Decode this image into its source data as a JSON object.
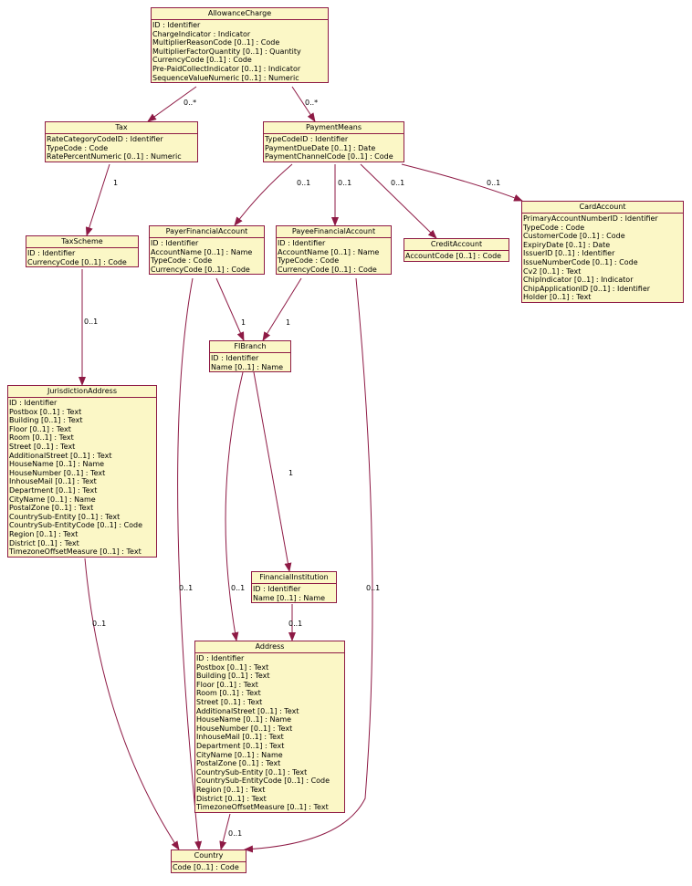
{
  "diagram": {
    "classes": {
      "allowance_charge": {
        "name": "AllowanceCharge",
        "attributes": [
          "ID : Identifier",
          "ChargeIndicator : Indicator",
          "MultiplierReasonCode [0..1] : Code",
          "MultiplierFactorQuantity [0..1] : Quantity",
          "CurrencyCode [0..1] : Code",
          "Pre-PaidCollectIndicator [0..1] : Indicator",
          "SequenceValueNumeric [0..1] : Numeric"
        ]
      },
      "tax": {
        "name": "Tax",
        "attributes": [
          "RateCategoryCodeID : Identifier",
          "TypeCode : Code",
          "RatePercentNumeric [0..1] : Numeric"
        ]
      },
      "payment_means": {
        "name": "PaymentMeans",
        "attributes": [
          "TypeCodeID : Identifier",
          "PaymentDueDate [0..1] : Date",
          "PaymentChannelCode [0..1] : Code"
        ]
      },
      "tax_scheme": {
        "name": "TaxScheme",
        "attributes": [
          "ID : Identifier",
          "CurrencyCode [0..1] : Code"
        ]
      },
      "payer_financial_account": {
        "name": "PayerFinancialAccount",
        "attributes": [
          "ID : Identifier",
          "AccountName [0..1] : Name",
          "TypeCode : Code",
          "CurrencyCode [0..1] : Code"
        ]
      },
      "payee_financial_account": {
        "name": "PayeeFinancialAccount",
        "attributes": [
          "ID : Identifier",
          "AccountName [0..1] : Name",
          "TypeCode : Code",
          "CurrencyCode [0..1] : Code"
        ]
      },
      "credit_account": {
        "name": "CreditAccount",
        "attributes": [
          "AccountCode [0..1] : Code"
        ]
      },
      "card_account": {
        "name": "CardAccount",
        "attributes": [
          "PrimaryAccountNumberID : Identifier",
          "TypeCode : Code",
          "CustomerCode [0..1] : Code",
          "ExpiryDate [0..1] : Date",
          "IssuerID [0..1] : Identifier",
          "IssueNumberCode [0..1] : Code",
          "Cv2 [0..1] : Text",
          "ChipIndicator [0..1] : Indicator",
          "ChipApplicationID [0..1] : Identifier",
          "Holder [0..1] : Text"
        ]
      },
      "fi_branch": {
        "name": "FIBranch",
        "attributes": [
          "ID : Identifier",
          "Name [0..1] : Name"
        ]
      },
      "jurisdiction_address": {
        "name": "JurisdictionAddress",
        "attributes": [
          "ID : Identifier",
          "Postbox [0..1] : Text",
          "Building [0..1] : Text",
          "Floor [0..1] : Text",
          "Room [0..1] : Text",
          "Street [0..1] : Text",
          "AdditionalStreet [0..1] : Text",
          "HouseName [0..1] : Name",
          "HouseNumber [0..1] : Text",
          "InhouseMail [0..1] : Text",
          "Department [0..1] : Text",
          "CityName [0..1] : Name",
          "PostalZone [0..1] : Text",
          "CountrySub-Entity [0..1] : Text",
          "CountrySub-EntityCode [0..1] : Code",
          "Region [0..1] : Text",
          "District [0..1] : Text",
          "TimezoneOffsetMeasure [0..1] : Text"
        ]
      },
      "financial_institution": {
        "name": "FinancialInstitution",
        "attributes": [
          "ID : Identifier",
          "Name [0..1] : Name"
        ]
      },
      "address": {
        "name": "Address",
        "attributes": [
          "ID : Identifier",
          "Postbox [0..1] : Text",
          "Building [0..1] : Text",
          "Floor [0..1] : Text",
          "Room [0..1] : Text",
          "Street [0..1] : Text",
          "AdditionalStreet [0..1] : Text",
          "HouseName [0..1] : Name",
          "HouseNumber [0..1] : Text",
          "InhouseMail [0..1] : Text",
          "Department [0..1] : Text",
          "CityName [0..1] : Name",
          "PostalZone [0..1] : Text",
          "CountrySub-Entity [0..1] : Text",
          "CountrySub-EntityCode [0..1] : Code",
          "Region [0..1] : Text",
          "District [0..1] : Text",
          "TimezoneOffsetMeasure [0..1] : Text"
        ]
      },
      "country": {
        "name": "Country",
        "attributes": [
          "Code [0..1] : Code"
        ]
      }
    },
    "associations": [
      {
        "id": "ac-tax",
        "from": "AllowanceCharge",
        "to": "Tax",
        "multiplicity": "0..*"
      },
      {
        "id": "ac-pm",
        "from": "AllowanceCharge",
        "to": "PaymentMeans",
        "multiplicity": "0..*"
      },
      {
        "id": "tax-ts",
        "from": "Tax",
        "to": "TaxScheme",
        "multiplicity": "1"
      },
      {
        "id": "pm-payer",
        "from": "PaymentMeans",
        "to": "PayerFinancialAccount",
        "multiplicity": "0..1"
      },
      {
        "id": "pm-payee",
        "from": "PaymentMeans",
        "to": "PayeeFinancialAccount",
        "multiplicity": "0..1"
      },
      {
        "id": "pm-credit",
        "from": "PaymentMeans",
        "to": "CreditAccount",
        "multiplicity": "0..1"
      },
      {
        "id": "pm-card",
        "from": "PaymentMeans",
        "to": "CardAccount",
        "multiplicity": "0..1"
      },
      {
        "id": "ts-ja",
        "from": "TaxScheme",
        "to": "JurisdictionAddress",
        "multiplicity": "0..1"
      },
      {
        "id": "payer-fib",
        "from": "PayerFinancialAccount",
        "to": "FIBranch",
        "multiplicity": "1"
      },
      {
        "id": "payee-fib",
        "from": "PayeeFinancialAccount",
        "to": "FIBranch",
        "multiplicity": "1"
      },
      {
        "id": "fib-fi",
        "from": "FIBranch",
        "to": "FinancialInstitution",
        "multiplicity": "1"
      },
      {
        "id": "fib-addr",
        "from": "FIBranch",
        "to": "Address",
        "multiplicity": "0..1"
      },
      {
        "id": "fi-addr",
        "from": "FinancialInstitution",
        "to": "Address",
        "multiplicity": "0..1"
      },
      {
        "id": "ja-country",
        "from": "JurisdictionAddress",
        "to": "Country",
        "multiplicity": "0..1"
      },
      {
        "id": "payer-country",
        "from": "PayerFinancialAccount",
        "to": "Country",
        "multiplicity": "0..1"
      },
      {
        "id": "payee-country",
        "from": "PayeeFinancialAccount",
        "to": "Country",
        "multiplicity": "0..1"
      },
      {
        "id": "addr-country",
        "from": "Address",
        "to": "Country",
        "multiplicity": "0..1"
      }
    ],
    "colors": {
      "box_fill": "#fbf7c6",
      "line": "#8e1a45"
    }
  }
}
